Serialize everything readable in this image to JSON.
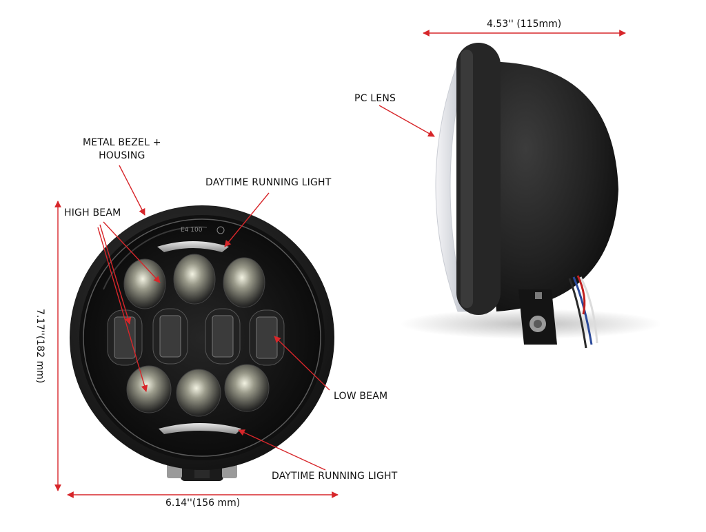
{
  "labels": {
    "metal_bezel_line1": "METAL BEZEL +",
    "metal_bezel_line2": "HOUSING",
    "daytime_running_light_top": "DAYTIME RUNNING LIGHT",
    "high_beam": "HIGH BEAM",
    "low_beam": "LOW BEAM",
    "daytime_running_light_bottom": "DAYTIME RUNNING LIGHT",
    "pc_lens": "PC LENS"
  },
  "dimensions": {
    "depth": "4.53'' (115mm)",
    "height": "7.17''(182 mm)",
    "width": "6.14''(156 mm)"
  },
  "colors": {
    "arrow": "#d7262a",
    "text": "#111111",
    "housing": "#232323"
  }
}
